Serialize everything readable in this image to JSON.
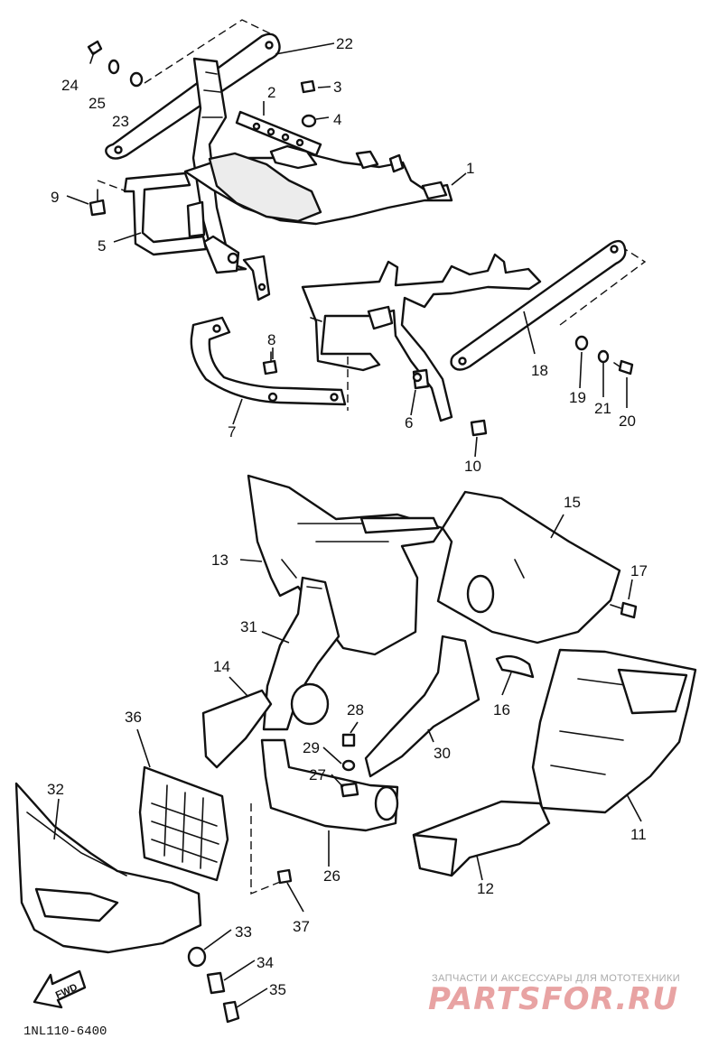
{
  "diagram_code": "1NL110-6400",
  "watermark": {
    "tagline": "ЗАПЧАСТИ И АКСЕССУАРЫ ДЛЯ МОТОТЕХНИКИ",
    "logo_text": "PARTSFOR.RU",
    "logo_color": "#e8a3a3"
  },
  "fwd_label": "FWD",
  "callouts": [
    {
      "id": "c1",
      "label": "1"
    },
    {
      "id": "c2",
      "label": "2"
    },
    {
      "id": "c3",
      "label": "3"
    },
    {
      "id": "c4",
      "label": "4"
    },
    {
      "id": "c5",
      "label": "5"
    },
    {
      "id": "c6",
      "label": "6"
    },
    {
      "id": "c7",
      "label": "7"
    },
    {
      "id": "c8",
      "label": "8"
    },
    {
      "id": "c9",
      "label": "9"
    },
    {
      "id": "c10",
      "label": "10"
    },
    {
      "id": "c11",
      "label": "11"
    },
    {
      "id": "c12",
      "label": "12"
    },
    {
      "id": "c13",
      "label": "13"
    },
    {
      "id": "c14",
      "label": "14"
    },
    {
      "id": "c15",
      "label": "15"
    },
    {
      "id": "c16",
      "label": "16"
    },
    {
      "id": "c17",
      "label": "17"
    },
    {
      "id": "c18",
      "label": "18"
    },
    {
      "id": "c19",
      "label": "19"
    },
    {
      "id": "c20",
      "label": "20"
    },
    {
      "id": "c21",
      "label": "21"
    },
    {
      "id": "c22",
      "label": "22"
    },
    {
      "id": "c23",
      "label": "23"
    },
    {
      "id": "c24",
      "label": "24"
    },
    {
      "id": "c25",
      "label": "25"
    },
    {
      "id": "c26",
      "label": "26"
    },
    {
      "id": "c27",
      "label": "27"
    },
    {
      "id": "c28",
      "label": "28"
    },
    {
      "id": "c29",
      "label": "29"
    },
    {
      "id": "c30",
      "label": "30"
    },
    {
      "id": "c31",
      "label": "31"
    },
    {
      "id": "c32",
      "label": "32"
    },
    {
      "id": "c33",
      "label": "33"
    },
    {
      "id": "c34",
      "label": "34"
    },
    {
      "id": "c35",
      "label": "35"
    },
    {
      "id": "c36",
      "label": "36"
    },
    {
      "id": "c37",
      "label": "37"
    }
  ]
}
